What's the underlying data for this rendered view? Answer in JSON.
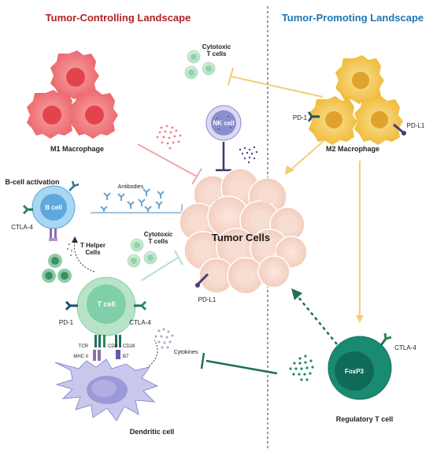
{
  "headers": {
    "left": "Tumor-Controlling Landscape",
    "right": "Tumor-Promoting Landscape"
  },
  "labels": {
    "cytotoxic_top_1": "Cytotoxic",
    "cytotoxic_top_2": "T cells",
    "nk_cell": "NK cell",
    "m1_macrophage": "M1 Macrophage",
    "m2_macrophage": "M2 Macrophage",
    "pd1_m2": "PD-1",
    "pdl1_m2": "PD-L1",
    "bcell_activation": "B-cell activation",
    "b_cell": "B cell",
    "ctla4_b": "CTLA-4",
    "antibodies": "Antibodies",
    "t_helper_1": "T Helper",
    "t_helper_2": "Cells",
    "cytotoxic_mid_1": "Cytotoxic",
    "cytotoxic_mid_2": "T cells",
    "tumor_cells": "Tumor Cells",
    "pdl1_tumor": "PD-L1",
    "t_cell": "T cell",
    "pd1_t": "PD-1",
    "ctla4_t": "CTLA-4",
    "tcr": "TCR",
    "mhc2": "MHC II",
    "cd4": "CD4",
    "cd28": "CD28",
    "b7": "B7",
    "cytokines": "Cytokines",
    "dendritic_cell": "Dendritic cell",
    "foxp3": "FoxP3",
    "ctla4_treg": "CTLA-4",
    "regulatory_t_cell": "Regulatory T cell"
  },
  "colors": {
    "header_left": "#b22222",
    "header_right": "#1f77b4",
    "m1": "#ee6e72",
    "m2": "#f2c044",
    "bcell": "#7fc0e8",
    "tcell": "#7fcfa8",
    "treg": "#1a8a72",
    "tumor": "#f4d4c6",
    "dendritic": "#8e8ed0",
    "nk": "#8b8fcf",
    "yellow_arrow": "#f5cc73",
    "green_arrow": "#1f6e5c"
  }
}
